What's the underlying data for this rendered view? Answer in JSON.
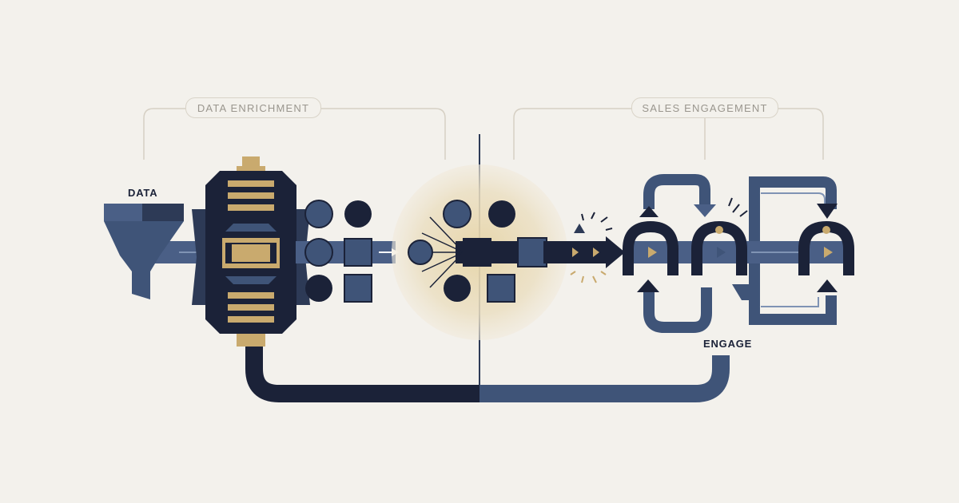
{
  "labels": {
    "data_enrichment": "DATA ENRICHMENT",
    "sales_engagement": "SALES ENGAGEMENT",
    "data": "DATA",
    "engage": "ENGAGE"
  },
  "colors": {
    "background": "#f3f1ec",
    "navy_dark": "#1b2238",
    "navy_mid": "#3f5478",
    "slate": "#4a5f86",
    "gold": "#c9aa6e",
    "glow": "#e3d2a8",
    "bracket": "#d6d0c4"
  }
}
